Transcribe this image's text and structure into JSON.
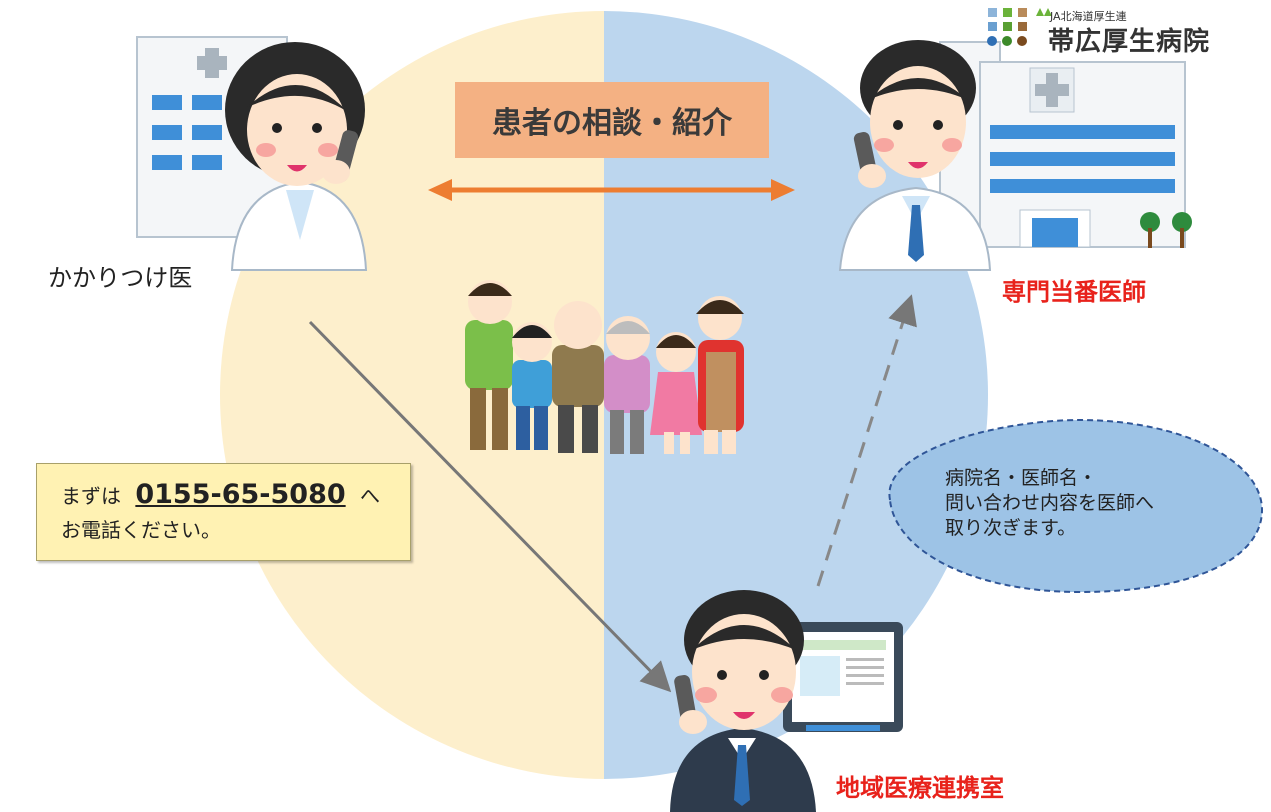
{
  "header": {
    "logo_subtitle": "JA北海道厚生連",
    "logo_name": "帯広厚生病院"
  },
  "topic_label": "患者の相談・紹介",
  "roles": {
    "family_doctor": "かかりつけ医",
    "specialist": "専門当番医師",
    "liaison_office": "地域医療連携室"
  },
  "phone_box": {
    "prefix": "まずは",
    "number": "0155-65-5080",
    "suffix": "へ",
    "line2": "お電話ください。"
  },
  "note": {
    "line1": "病院名・医師名・",
    "line2": "問い合わせ内容を医師へ",
    "line3": "取り次ぎます。"
  },
  "colors": {
    "left_half": "#fdefcc",
    "right_half": "#bcd6ee",
    "arrow_orange": "#ed7d31",
    "topic_box": "#f4b183",
    "red_label": "#e8221b",
    "phone_box_bg": "#fff2b3",
    "note_bubble": "#9dc3e6",
    "logo_green": "#6bb33a"
  }
}
